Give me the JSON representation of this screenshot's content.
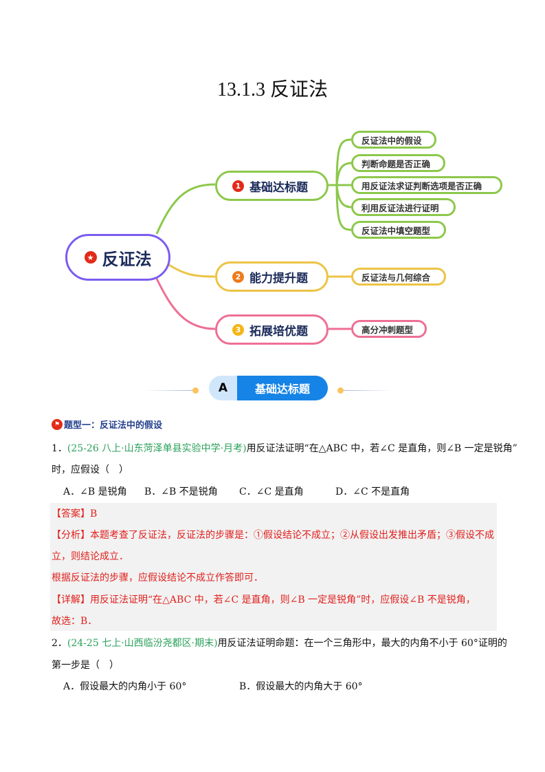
{
  "title": "13.1.3  反证法",
  "mindmap": {
    "root": "反证法",
    "branches": [
      {
        "num": "1",
        "label": "基础达标题",
        "color": "#8cc84b",
        "badge": "#e22a1a",
        "leaves": [
          "反证法中的假设",
          "判断命题是否正确",
          "用反证法求证判断选项是否正确",
          "利用反证法进行证明",
          "反证法中填空题型"
        ]
      },
      {
        "num": "2",
        "label": "能力提升题",
        "color": "#ecc445",
        "badge": "#f07a1a",
        "leaves": [
          "反证法与几何综合"
        ]
      },
      {
        "num": "3",
        "label": "拓展培优题",
        "color": "#ee6f94",
        "badge": "#f5b515",
        "leaves": [
          "高分冲刺题型"
        ]
      }
    ],
    "root_color": "#7b5cf0"
  },
  "section": {
    "letter": "A",
    "label": "基础达标题"
  },
  "type_heading": "题型一：反证法中的假设",
  "q1": {
    "num": "1．",
    "source": "(25-26 八上·山东菏泽单县实验中学·月考)",
    "line1": "用反证法证明“在△ABC 中，若∠C 是直角，则∠B 一定是锐角”",
    "line2": "时，应假设（　）",
    "options": [
      "A．∠B 是锐角",
      "B．∠B 不是锐角",
      "C．∠C 是直角",
      "D．∠C 不是直角"
    ],
    "answer": "【答案】B",
    "analysis1": "【分析】本题考查了反证法，反证法的步骤是：①假设结论不成立；②从假设出发推出矛盾；③假设不成",
    "analysis2": "立，则结论成立．",
    "analysis3": "根据反证法的步骤，应假设结论不成立作答即可．",
    "detail1": "【详解】用反证法证明“在△ABC 中，若∠C 是直角，则∠B 一定是锐角”时，应假设∠B 不是锐角，",
    "detail2": "故选：B．"
  },
  "q2": {
    "num": "2．",
    "source": "(24-25 七上·山西临汾尧都区·期末)",
    "line1": "用反证法证明命题：在一个三角形中，最大的内角不小于 60°证明的",
    "line2": "第一步是（　）",
    "options": [
      "A．假设最大的内角小于 60°",
      "B．假设最大的内角大于 60°"
    ]
  }
}
